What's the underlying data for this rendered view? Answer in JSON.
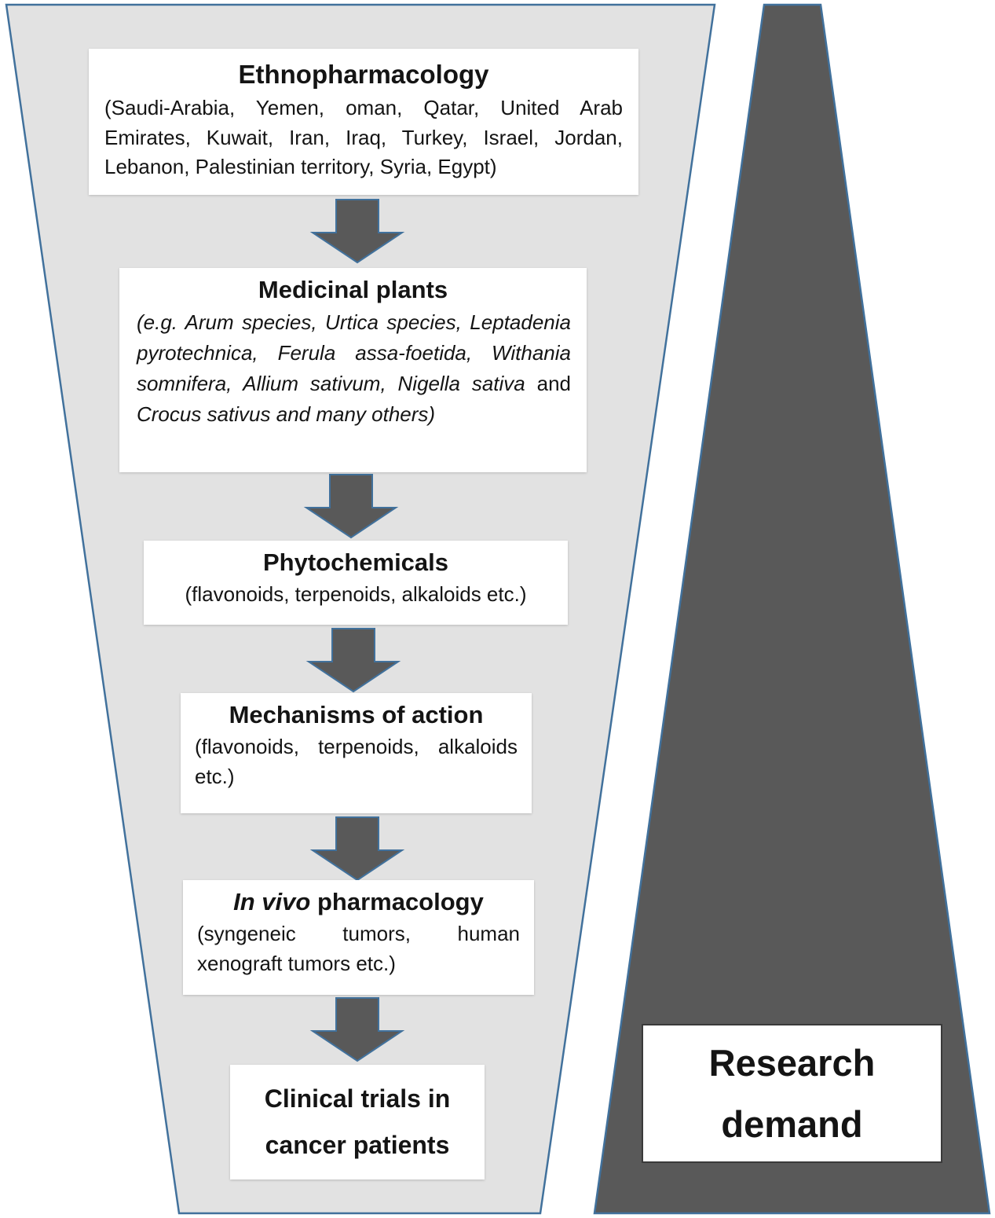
{
  "palette": {
    "funnel_fill": "#e2e2e2",
    "dark_fill": "#595959",
    "outline": "#41719c",
    "box_fill": "#ffffff",
    "text": "#141414"
  },
  "funnel": {
    "steps": [
      {
        "name": "ethnopharmacology",
        "title": [
          {
            "t": "Ethnopharmacology",
            "b": true
          }
        ],
        "body": [
          {
            "t": "(Saudi-Arabia, Yemen, oman, Qatar, United Arab Emirates, Kuwait, Iran, Iraq, Turkey, Israel, Jordan, Lebanon, Palestinian territory, Syria, Egypt)"
          }
        ]
      },
      {
        "name": "medicinal-plants",
        "title": [
          {
            "t": "Medicinal plants",
            "b": true
          }
        ],
        "body": [
          {
            "t": "(e.g. Arum species, Urtica species, Leptadenia pyrotechnica, Ferula assa-foetida, Withania somnifera, Allium sativum, Nigella sativa",
            "i": true
          },
          {
            "t": " and "
          },
          {
            "t": "Crocus sativus",
            "i": true
          },
          {
            "t": " ",
            "i": true
          },
          {
            "t": "and many others)",
            "i": true
          }
        ]
      },
      {
        "name": "phytochemicals",
        "title": [
          {
            "t": "Phytochemicals",
            "b": true
          }
        ],
        "body": [
          {
            "t": "(flavonoids, terpenoids, alkaloids etc.)"
          }
        ]
      },
      {
        "name": "mechanisms-of-action",
        "title": [
          {
            "t": "Mechanisms of action",
            "b": true
          }
        ],
        "body": [
          {
            "t": "(flavonoids, terpenoids, alkaloids etc.)"
          }
        ]
      },
      {
        "name": "in-vivo-pharmacology",
        "title": [
          {
            "t": "In vivo",
            "b": true,
            "i": true
          },
          {
            "t": " pharmacology",
            "b": true
          }
        ],
        "body": [
          {
            "t": "(syngeneic tumors, human xenograft tumors etc.)"
          }
        ]
      },
      {
        "name": "clinical-trials",
        "title": [
          {
            "t": "Clinical trials in cancer patients",
            "b": true
          }
        ],
        "body": []
      }
    ]
  },
  "research_demand": {
    "label": "Research demand"
  }
}
